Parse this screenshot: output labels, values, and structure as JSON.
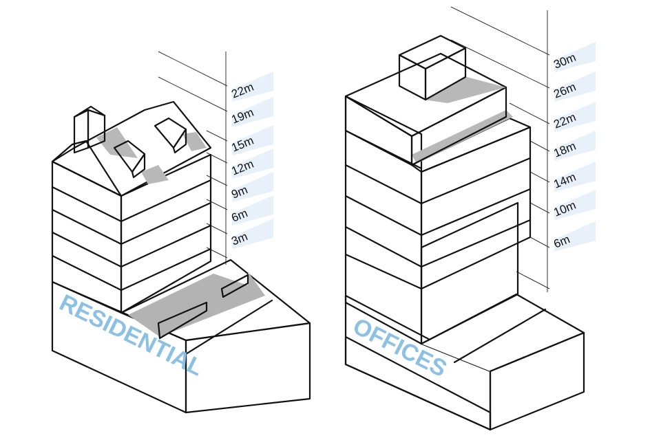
{
  "title": "Residential vs Offices building height comparison sketch",
  "colors": {
    "light_blue": "#dce9f5",
    "mid_blue": "#a9c9e6",
    "deep_blue": "#8dbfe3",
    "side_grey_blue": "#8fa6b8",
    "side_dark_blue": "#6089aa",
    "shadow_grey": "#b3b3b3",
    "label_bg": "#e8f1fa",
    "label_text": "#8cc0e4"
  },
  "buildings": [
    {
      "name": "RESIDENTIAL",
      "storeys": 7,
      "height_labels": [
        "22m",
        "19m",
        "15m",
        "12m",
        "9m",
        "6m",
        "3m"
      ]
    },
    {
      "name": "OFFICES",
      "storeys": 7,
      "height_labels": [
        "30m",
        "26m",
        "22m",
        "18m",
        "14m",
        "10m",
        "6m"
      ]
    }
  ]
}
